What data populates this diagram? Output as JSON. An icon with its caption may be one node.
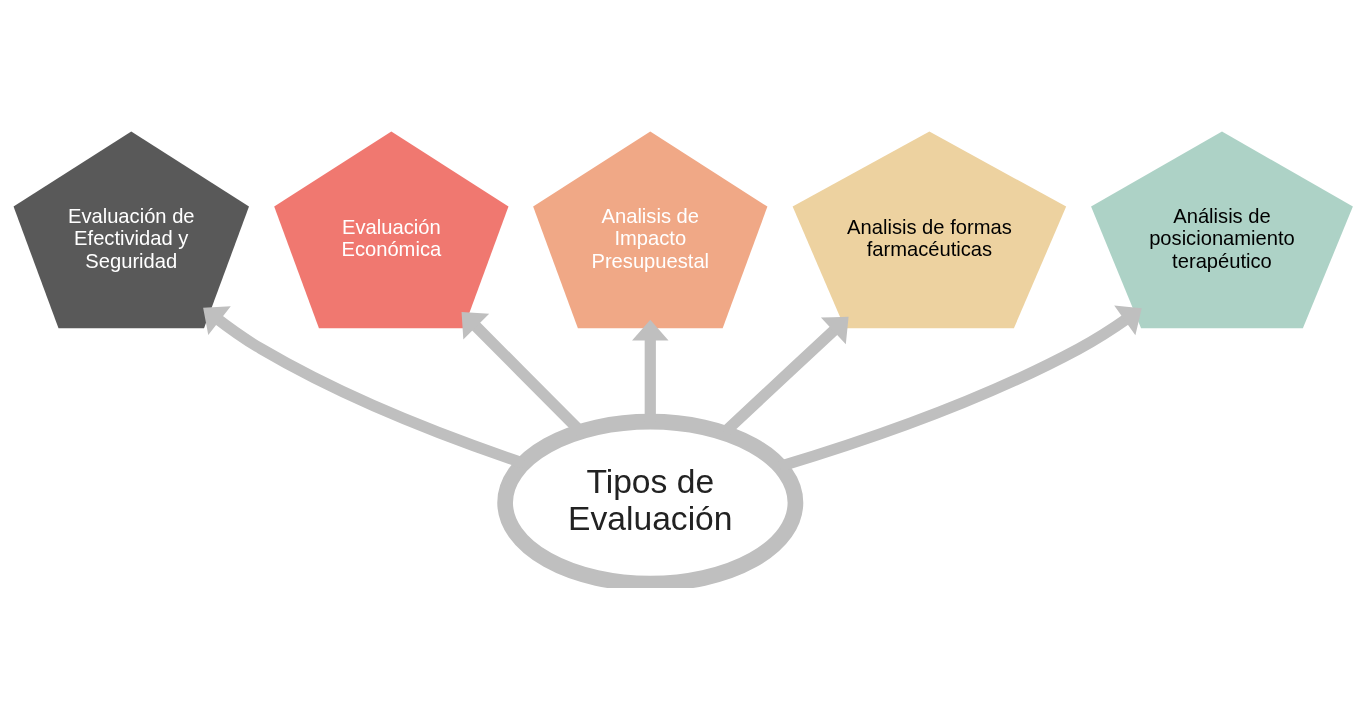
{
  "diagram": {
    "nodes": [
      {
        "text": [
          "Tipos de Evaluación"
        ]
      },
      {
        "text": [
          "Evaluación de Efectividad y Seguridad"
        ]
      },
      {
        "text": [
          "Evaluación Económica"
        ]
      },
      {
        "text": [
          "Analisis de Impacto Presupuestal"
        ]
      },
      {
        "text": [
          "Analisis de formas farmacéuticas"
        ]
      },
      {
        "text": [
          "Análisis de posicionamiento terapéutico"
        ]
      }
    ],
    "edges": [
      {
        "from": 0,
        "to": 1,
        "arrow": "to"
      },
      {
        "from": 0,
        "to": 2,
        "arrow": "to"
      },
      {
        "from": 0,
        "to": 3,
        "arrow": "to"
      },
      {
        "from": 0,
        "to": 4,
        "arrow": "to"
      },
      {
        "from": 0,
        "to": 5,
        "arrow": "to"
      }
    ]
  }
}
